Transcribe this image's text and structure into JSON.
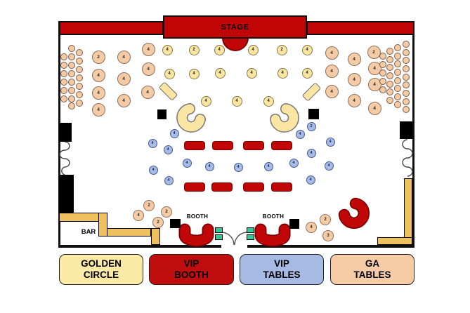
{
  "stage": {
    "label": "STAGE"
  },
  "bar": {
    "label": "BAR"
  },
  "booths": {
    "left_label": "BOOTH",
    "right_label": "BOOTH"
  },
  "legend": [
    {
      "line1": "GOLDEN",
      "line2": "CIRCLE",
      "color": "#FBE9A6"
    },
    {
      "line1": "VIP",
      "line2": "BOOTH",
      "color": "#C00D0D"
    },
    {
      "line1": "VIP",
      "line2": "TABLES",
      "color": "#A6BAE4"
    },
    {
      "line1": "GA",
      "line2": "TABLES",
      "color": "#F6CBA6"
    }
  ],
  "colors": {
    "stage_red": "#C00606",
    "booth_red": "#C00606",
    "golden_yellow": "#FAE6A2",
    "vip_blue": "#A7BBE6",
    "ga_peach": "#F5CBA6",
    "bar_gold": "#EFC05E",
    "service_teal": "#2FC896",
    "wall_black": "#111111"
  },
  "floorplan": {
    "seat_groups": [
      {
        "name": "ga-table",
        "cls": "c-ga",
        "size": 19,
        "font": 6.5,
        "items": [
          [
            140,
            81,
            "2"
          ],
          [
            176,
            81,
            "4"
          ],
          [
            211,
            70,
            "4"
          ],
          [
            140,
            107,
            "4"
          ],
          [
            176,
            112,
            "4"
          ],
          [
            211,
            98,
            "4"
          ],
          [
            140,
            132,
            "4"
          ],
          [
            176,
            143,
            "4"
          ],
          [
            210,
            131,
            "4"
          ],
          [
            140,
            156,
            "4"
          ],
          [
            472,
            75,
            "4"
          ],
          [
            504,
            84,
            "4"
          ],
          [
            532,
            74,
            "2"
          ],
          [
            472,
            101,
            "4"
          ],
          [
            504,
            113,
            "4"
          ],
          [
            533,
            97,
            "4"
          ],
          [
            472,
            130,
            "4"
          ],
          [
            504,
            143,
            "4"
          ],
          [
            533,
            120,
            "4"
          ],
          [
            533,
            154,
            "4"
          ]
        ]
      },
      {
        "name": "golden-circle-table",
        "cls": "c-gold",
        "size": 15,
        "font": 6,
        "items": [
          [
            238,
            71,
            "4"
          ],
          [
            276,
            71,
            "2"
          ],
          [
            312,
            71,
            "4"
          ],
          [
            360,
            71,
            "4"
          ],
          [
            401,
            71,
            "2"
          ],
          [
            437,
            71,
            "4"
          ],
          [
            241,
            105,
            "4"
          ],
          [
            276,
            105,
            "4"
          ],
          [
            313,
            104,
            "4"
          ],
          [
            358,
            104,
            "4"
          ],
          [
            402,
            104,
            "4"
          ],
          [
            437,
            104,
            "4"
          ],
          [
            293,
            144,
            "4"
          ],
          [
            337,
            144,
            "4"
          ],
          [
            382,
            144,
            "4"
          ]
        ]
      },
      {
        "name": "vip-table",
        "cls": "c-vip",
        "size": 13,
        "font": 5.5,
        "items": [
          [
            248,
            190,
            "4"
          ],
          [
            217,
            204,
            "4"
          ],
          [
            239,
            213,
            "4"
          ],
          [
            218,
            242,
            "4"
          ],
          [
            240,
            257,
            "4"
          ],
          [
            266,
            232,
            "4"
          ],
          [
            298,
            237,
            "4"
          ],
          [
            339,
            238,
            "4"
          ],
          [
            382,
            237,
            "4"
          ],
          [
            418,
            232,
            "4"
          ],
          [
            443,
            218,
            "4"
          ],
          [
            427,
            191,
            "4"
          ],
          [
            443,
            180,
            "2"
          ],
          [
            470,
            202,
            "4"
          ],
          [
            468,
            236,
            "4"
          ],
          [
            442,
            256,
            "4"
          ]
        ]
      },
      {
        "name": "ga-table",
        "cls": "c-ga",
        "size": 16,
        "font": 6,
        "items": [
          [
            212,
            293,
            "2"
          ],
          [
            197,
            307,
            "4"
          ],
          [
            237,
            302,
            "2"
          ],
          [
            225,
            317,
            "2"
          ],
          [
            463,
            313,
            "2"
          ],
          [
            443,
            324,
            "4"
          ],
          [
            467,
            336,
            "3"
          ]
        ]
      },
      {
        "name": "standing-spot",
        "cls": "c-small",
        "size": 10,
        "font": 5,
        "items": [
          [
            91,
            81
          ],
          [
            91,
            93
          ],
          [
            91,
            105
          ],
          [
            91,
            117
          ],
          [
            91,
            129
          ],
          [
            91,
            141
          ],
          [
            102,
            69
          ],
          [
            102,
            81
          ],
          [
            102,
            93
          ],
          [
            102,
            105
          ],
          [
            102,
            117
          ],
          [
            102,
            129
          ],
          [
            102,
            141
          ],
          [
            102,
            151
          ],
          [
            113,
            75
          ],
          [
            113,
            87
          ],
          [
            113,
            99
          ],
          [
            113,
            111
          ],
          [
            113,
            123
          ],
          [
            113,
            135
          ],
          [
            113,
            147
          ],
          [
            578,
            63
          ],
          [
            578,
            75
          ],
          [
            578,
            86
          ],
          [
            578,
            98
          ],
          [
            578,
            110
          ],
          [
            578,
            121
          ],
          [
            578,
            133
          ],
          [
            578,
            145
          ],
          [
            578,
            156
          ],
          [
            566,
            68
          ],
          [
            566,
            80
          ],
          [
            566,
            91
          ],
          [
            566,
            103
          ],
          [
            566,
            115
          ],
          [
            566,
            126
          ],
          [
            566,
            138
          ],
          [
            566,
            149
          ],
          [
            555,
            73
          ],
          [
            555,
            85
          ],
          [
            555,
            96
          ],
          [
            555,
            108
          ],
          [
            555,
            120
          ],
          [
            555,
            131
          ],
          [
            555,
            143
          ],
          [
            545,
            80
          ],
          [
            545,
            92
          ],
          [
            545,
            104
          ],
          [
            545,
            116
          ],
          [
            545,
            128
          ]
        ]
      }
    ],
    "rect_groups": [
      {
        "name": "vip-booth-table",
        "cls": "rect-red",
        "items": [
          [
            262,
            201,
            30,
            13
          ],
          [
            302,
            201,
            30,
            13
          ],
          [
            346,
            201,
            30,
            13
          ],
          [
            386,
            201,
            30,
            13
          ],
          [
            262,
            260,
            30,
            13
          ],
          [
            301,
            260,
            30,
            13
          ],
          [
            346,
            260,
            30,
            13
          ],
          [
            386,
            260,
            30,
            13
          ]
        ]
      },
      {
        "name": "floor-block",
        "cls": "sq-black",
        "items": [
          [
            224,
            156,
            13,
            14
          ],
          [
            439,
            155,
            15,
            15
          ],
          [
            242,
            312,
            15,
            13
          ],
          [
            412,
            312,
            14,
            14
          ]
        ]
      },
      {
        "name": "service-station",
        "cls": "rect-teal",
        "items": [
          [
            306,
            324,
            11,
            8
          ],
          [
            306,
            334,
            11,
            8
          ],
          [
            351,
            324,
            11,
            8
          ],
          [
            351,
            334,
            11,
            8
          ]
        ]
      },
      {
        "name": "golden-highboy-table",
        "cls": "highboy",
        "items": [
          [
            226,
            124,
            27,
            12,
            45
          ],
          [
            430,
            125,
            27,
            12,
            -45
          ]
        ]
      },
      {
        "name": "bar-counter-segment",
        "cls": "bar-seg",
        "items": [
          [
            84,
            303,
            57,
            13
          ],
          [
            140,
            303,
            13,
            34
          ],
          [
            152,
            325,
            63,
            12
          ],
          [
            215,
            325,
            13,
            24
          ]
        ]
      },
      {
        "name": "side-counter-segment",
        "cls": "bar-seg",
        "items": [
          [
            575,
            254,
            12,
            85
          ],
          [
            537,
            338,
            50,
            11
          ]
        ]
      },
      {
        "name": "wall-pillar",
        "cls": "sq-black",
        "items": [
          [
            84,
            175,
            18,
            27
          ],
          [
            569,
            173,
            18,
            25
          ],
          [
            84,
            249,
            21,
            54
          ]
        ]
      }
    ]
  }
}
